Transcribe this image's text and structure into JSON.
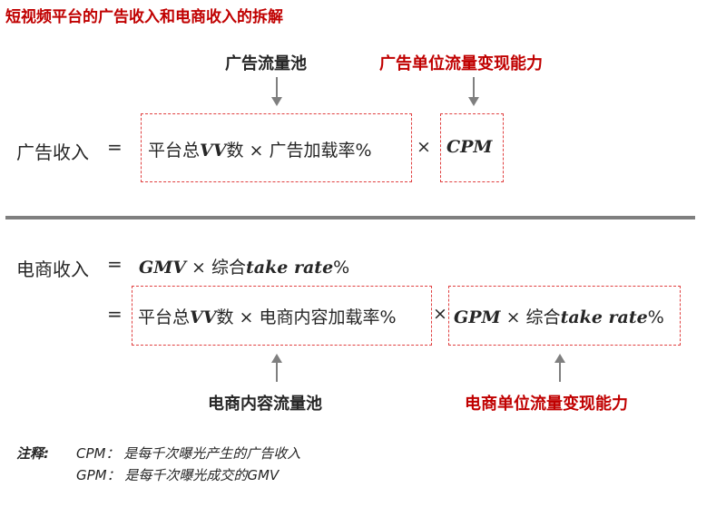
{
  "title": "短视频平台的广告收入和电商收入的拆解",
  "ad": {
    "label_pool": "广告流量池",
    "label_efficiency": "广告单位流量变现能力",
    "lhs": "广告收入",
    "equals": "=",
    "box1_pre": "平台总",
    "box1_var": "VV",
    "box1_post": "数 × 广告加载率%",
    "times": "×",
    "box2_var": "CPM"
  },
  "ecom": {
    "lhs": "电商收入",
    "equals": "=",
    "line1_var1": "GMV",
    "line1_mid": "× 综合",
    "line1_var2": "take rate",
    "line1_end": "%",
    "equals2": "=",
    "box1_pre": "平台总",
    "box1_var": "VV",
    "box1_post": "数 × 电商内容加载率%",
    "times": "×",
    "box2_var": "GPM",
    "box2_mid": "× 综合",
    "box2_var2": "take rate",
    "box2_end": "%",
    "label_pool": "电商内容流量池",
    "label_efficiency": "电商单位流量变现能力"
  },
  "notes": {
    "prefix": "注释:",
    "line1": "CPM：  是每千次曝光产生的广告收入",
    "line2": "GPM：  是每千次曝光成交的GMV"
  },
  "colors": {
    "accent": "#c00000",
    "dash": "#e04040",
    "arrow": "#7f7f7f",
    "text": "#262626"
  }
}
